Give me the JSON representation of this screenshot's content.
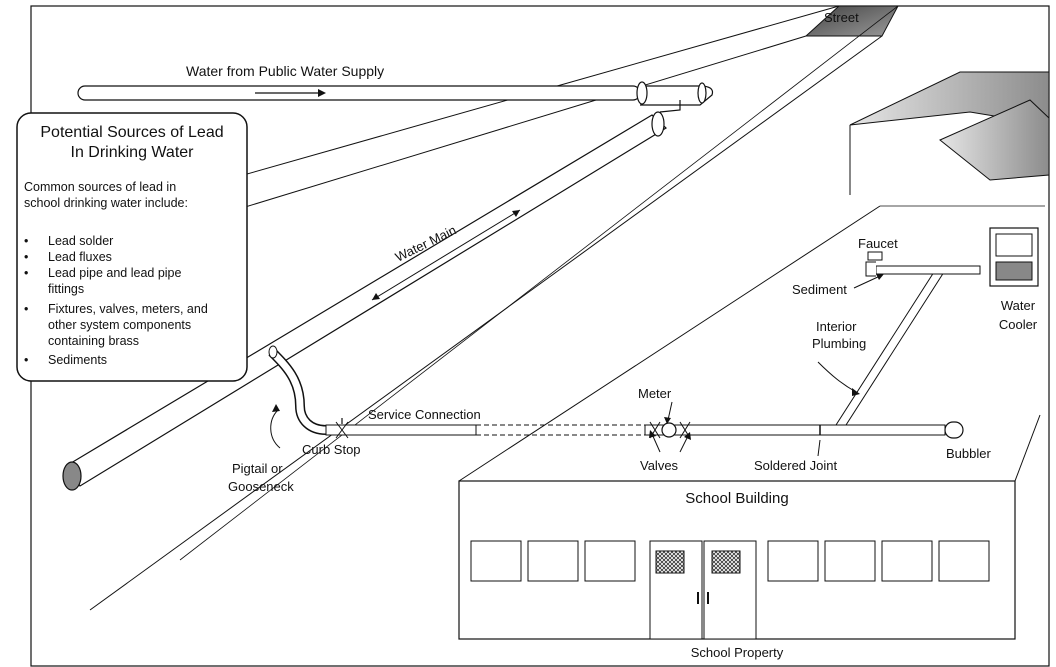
{
  "diagram": {
    "labels": {
      "street": "Street",
      "water_supply": "Water from Public Water Supply",
      "water_main": "Water Main",
      "faucet": "Faucet",
      "sediment": "Sediment",
      "water_cooler_1": "Water",
      "water_cooler_2": "Cooler",
      "interior_plumbing_1": "Interior",
      "interior_plumbing_2": "Plumbing",
      "meter": "Meter",
      "service_connection": "Service Connection",
      "curb_stop": "Curb Stop",
      "pigtail_1": "Pigtail or",
      "pigtail_2": "Gooseneck",
      "valves": "Valves",
      "soldered_joint": "Soldered Joint",
      "bubbler": "Bubbler",
      "school_building": "School Building",
      "school_property": "School Property"
    },
    "info_box": {
      "title_line1": "Potential Sources of Lead",
      "title_line2": "In Drinking Water",
      "intro_line1": "Common sources of lead in",
      "intro_line2": "school drinking water include:",
      "items": [
        "Lead solder",
        "Lead fluxes",
        "Lead pipe and lead pipe",
        "fittings",
        "Fixtures, valves, meters, and",
        "other system components",
        "containing brass",
        "Sediments"
      ]
    }
  }
}
